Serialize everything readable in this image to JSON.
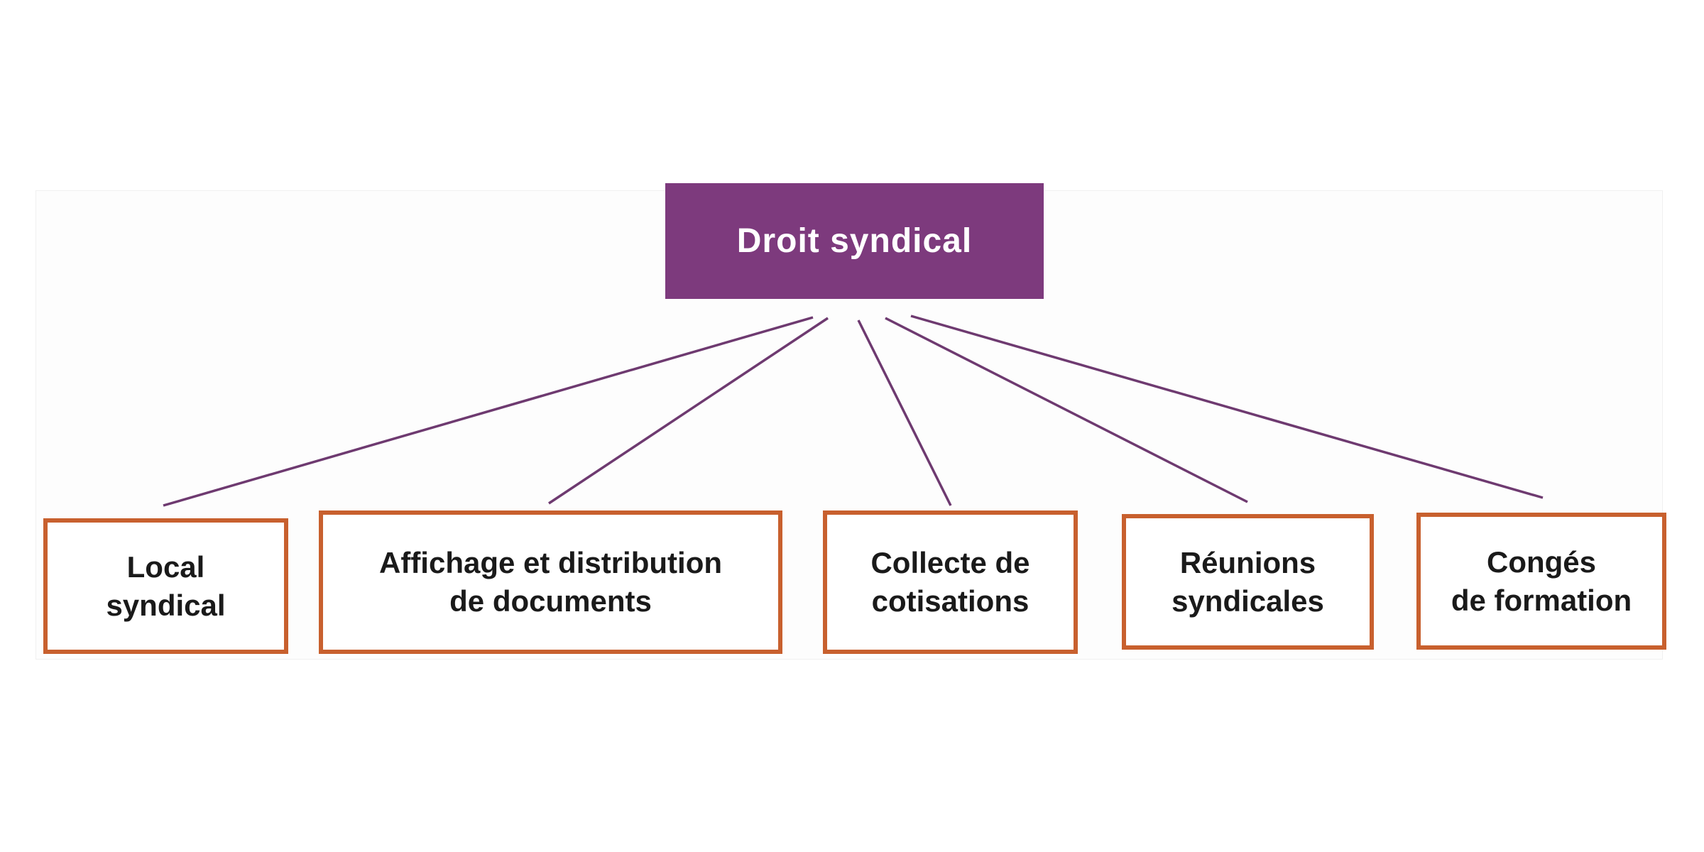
{
  "colors": {
    "root_fill": "#7d3a7d",
    "root_text": "#ffffff",
    "child_border": "#c8602e",
    "child_text": "#1a1a1a",
    "line": "#6e3a70",
    "panel_bg": "#fdfdfd"
  },
  "diagram": {
    "root": {
      "label": "Droit syndical"
    },
    "children": [
      {
        "line1": "Local",
        "line2": "syndical"
      },
      {
        "line1": "Affichage et distribution",
        "line2": "de documents"
      },
      {
        "line1": "Collecte de",
        "line2": "cotisations"
      },
      {
        "line1": "Réunions",
        "line2": "syndicales"
      },
      {
        "line1": "Congés",
        "line2": "de formation"
      }
    ]
  }
}
